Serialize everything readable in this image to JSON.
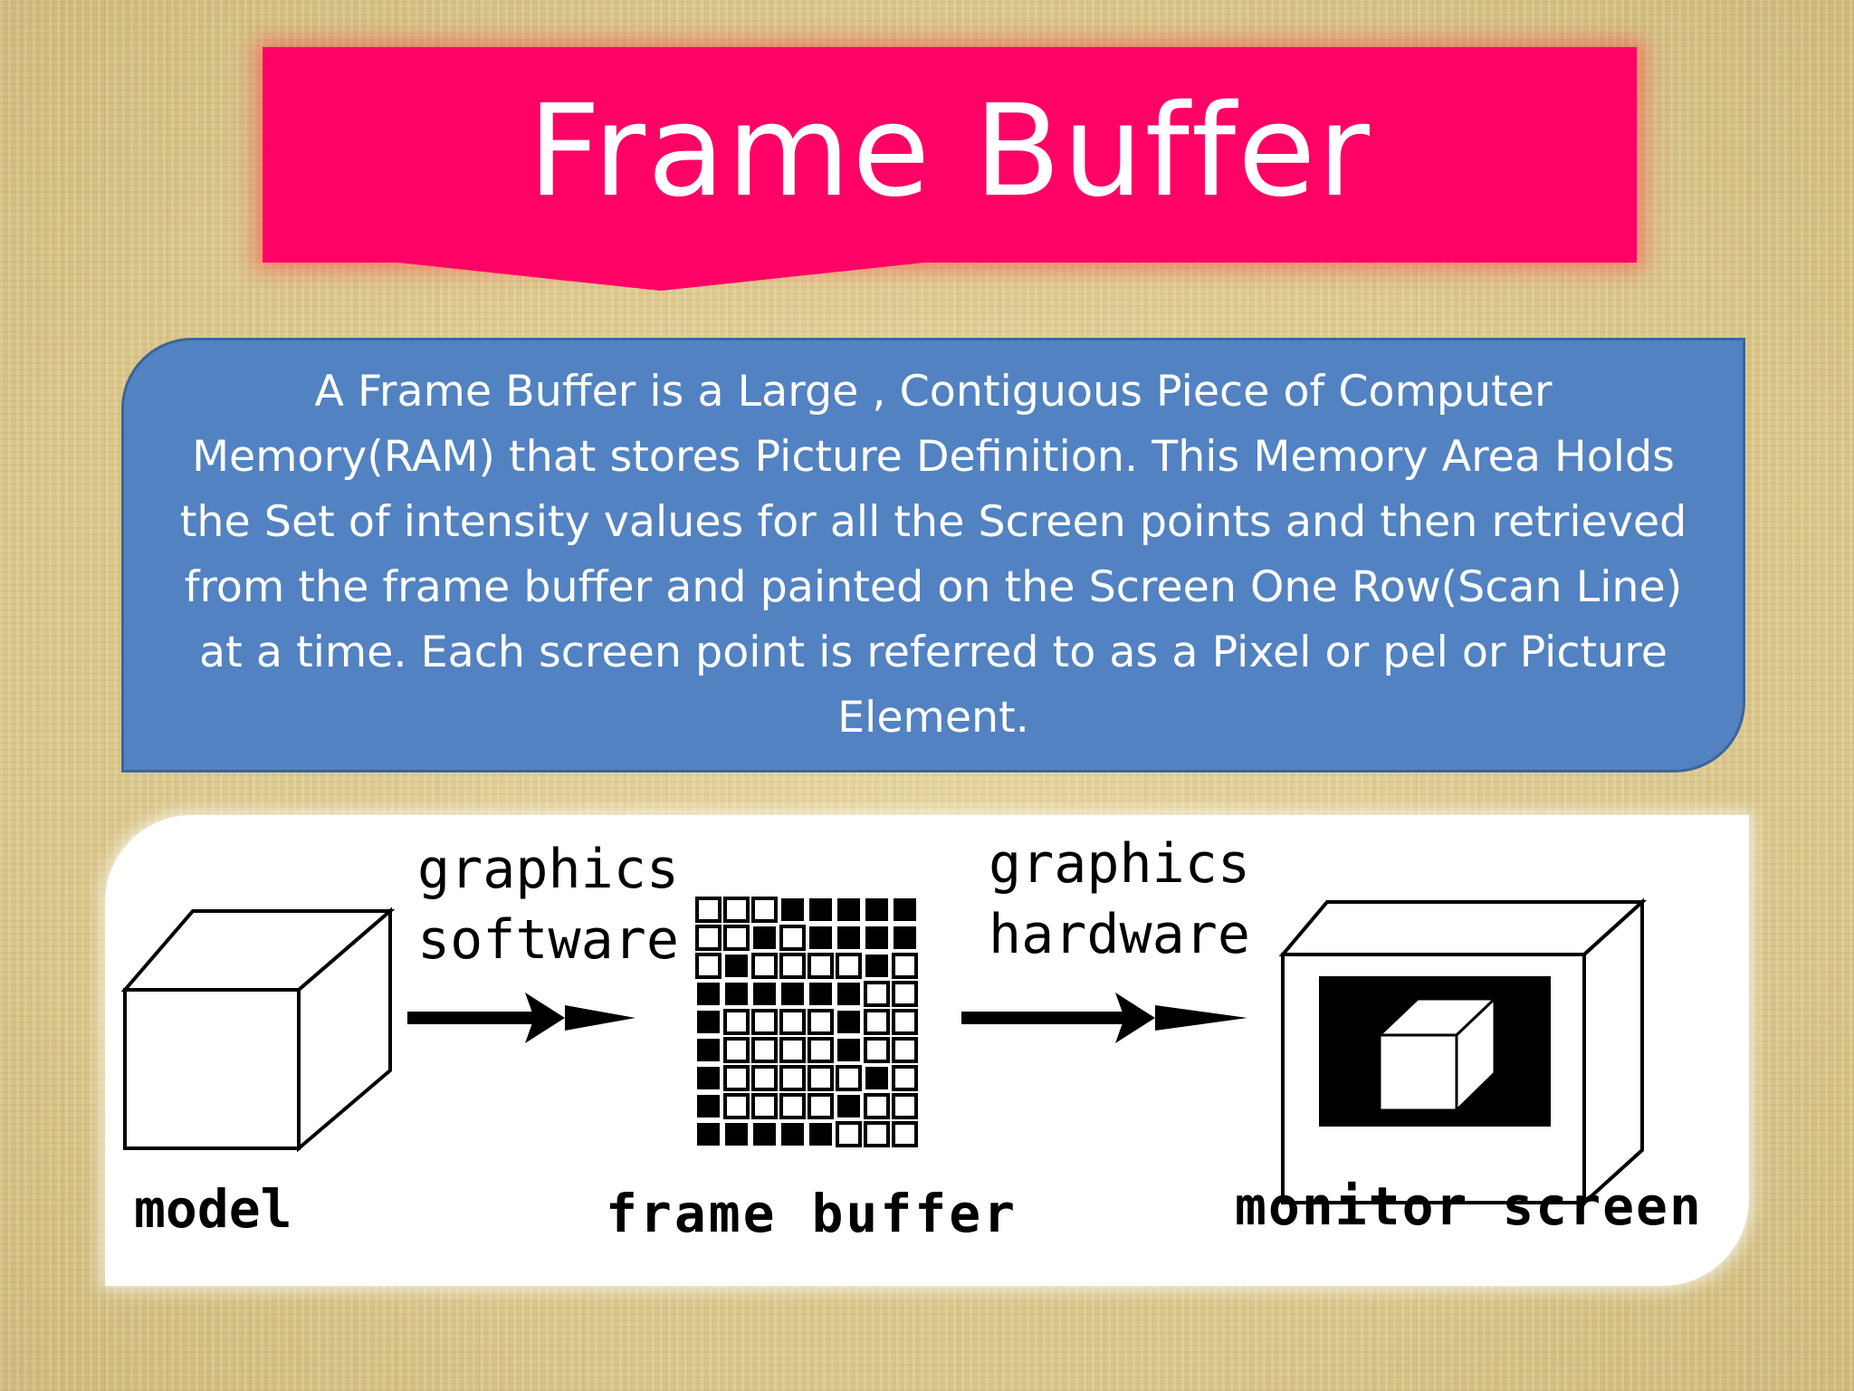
{
  "slide": {
    "title": "Frame Buffer",
    "description": "A Frame Buffer is a Large , Contiguous Piece of Computer Memory(RAM) that stores Picture Definition. This Memory Area Holds the Set of intensity values for all the Screen points and then retrieved from the frame buffer and painted on the Screen One Row(Scan Line) at a time. Each screen point is referred to as a Pixel or pel or Picture Element."
  },
  "diagram": {
    "model_label": "model",
    "frame_buffer_label": "frame buffer",
    "monitor_label": "monitor screen",
    "arrow1_label_line1": "graphics",
    "arrow1_label_line2": "software",
    "arrow2_label_line1": "graphics",
    "arrow2_label_line2": "hardware"
  },
  "colors": {
    "banner": "#ff0266",
    "description_box": "#5282c1",
    "panel": "#ffffff"
  }
}
